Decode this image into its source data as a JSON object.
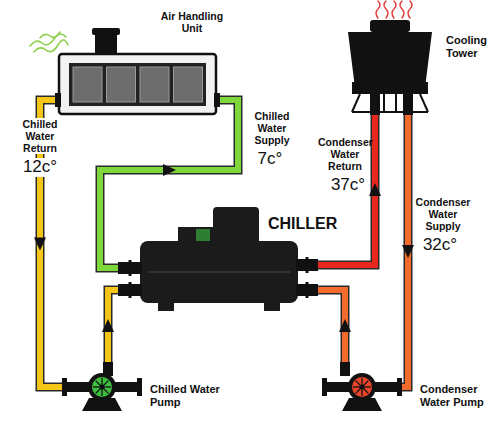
{
  "diagram": {
    "nodes": [
      {
        "text": [
          "Air Handling Unit"
        ]
      },
      {
        "text": [
          "Cooling Tower"
        ]
      },
      {
        "text": [
          "CHILLER"
        ]
      },
      {
        "text": [
          "Chilled Water Pump"
        ]
      },
      {
        "text": [
          "Condenser Water Pump"
        ]
      }
    ],
    "edges": [
      {
        "from": 0,
        "to": 3,
        "label": "Chilled Water Return",
        "arrow": "to"
      },
      {
        "from": 3,
        "to": 2,
        "arrow": "to"
      },
      {
        "from": 2,
        "to": 0,
        "label": "Chilled Water Supply",
        "arrow": "to"
      },
      {
        "from": 2,
        "to": 1,
        "label": "Condenser Water Return",
        "arrow": "to"
      },
      {
        "from": 1,
        "to": 4,
        "label": "Condenser Water Supply",
        "arrow": "to"
      },
      {
        "from": 4,
        "to": 2,
        "arrow": "to"
      }
    ],
    "labels": [
      "12c°",
      "7c°",
      "37c°",
      "32c°"
    ]
  }
}
